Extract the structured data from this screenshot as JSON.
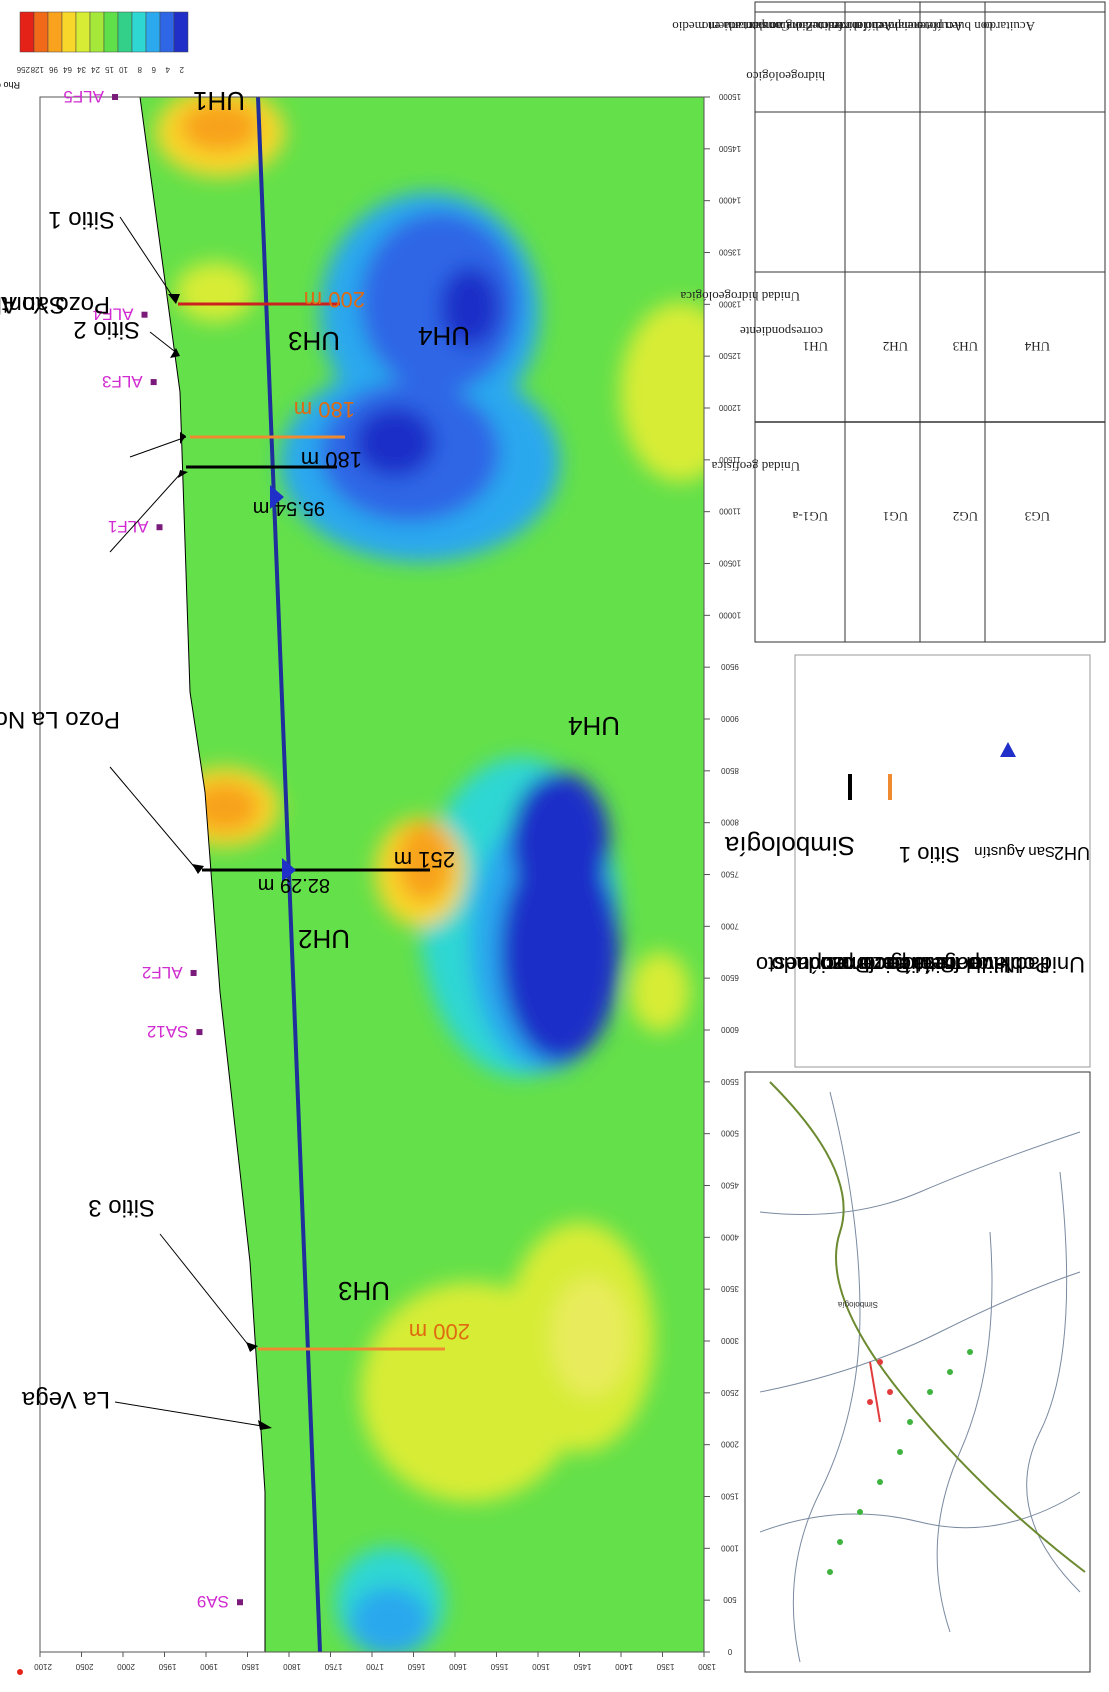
{
  "colorbar": {
    "title": "Rho Cont'd",
    "ticks": [
      "256",
      "128",
      "96",
      "64",
      "34",
      "24",
      "15",
      "10",
      "8",
      "6",
      "4",
      "2"
    ],
    "colors": [
      "#e52218",
      "#f06a1a",
      "#f8a21e",
      "#f9d72a",
      "#d7ec34",
      "#a6e83a",
      "#5fe04a",
      "#33d08a",
      "#2fd7d3",
      "#2ba8ee",
      "#2f66e6",
      "#1f2fc8"
    ]
  },
  "axes": {
    "y_ticks": [
      "2100",
      "2050",
      "2000",
      "1950",
      "1900",
      "1850",
      "1800",
      "1750",
      "1700",
      "1650",
      "1600",
      "1550",
      "1500",
      "1450",
      "1400",
      "1350",
      "1300"
    ],
    "x_ticks": [
      "0",
      "500",
      "1000",
      "1500",
      "2000",
      "2500",
      "3000",
      "3500",
      "4000",
      "4500",
      "5000",
      "5500",
      "6000",
      "6500",
      "7000",
      "7500",
      "8000",
      "8500",
      "9000",
      "9500",
      "10000",
      "10500",
      "11000",
      "11500",
      "12000",
      "12500",
      "13000",
      "13500",
      "14000",
      "14500",
      "15000"
    ]
  },
  "stations": [
    {
      "name": "SA9",
      "x": 480
    },
    {
      "name": "SA12",
      "x": 5980
    },
    {
      "name": "ALF2",
      "x": 6550
    },
    {
      "name": "ALF1",
      "x": 10850
    },
    {
      "name": "ALF3",
      "x": 12250
    },
    {
      "name": "ALF4",
      "x": 12900
    },
    {
      "name": "ALF5",
      "x": 15000
    }
  ],
  "places": [
    {
      "name": "La Vega"
    },
    {
      "name": "Sitio 3"
    },
    {
      "name": "Pozo La Nopalera"
    },
    {
      "name": "Pozo Yonthe Chico"
    },
    {
      "name": "Sitio 2"
    },
    {
      "name": "San Agustín"
    },
    {
      "name": "Sitio 1"
    }
  ],
  "units": [
    {
      "label": "UH1"
    },
    {
      "label": "UH2"
    },
    {
      "label": "UH3"
    },
    {
      "label": "UH3"
    },
    {
      "label": "UH4"
    },
    {
      "label": "UH4"
    }
  ],
  "wells": [
    {
      "type": "pozo",
      "x": 6560,
      "depth_label": "251 m",
      "water_label": "82.29 m"
    },
    {
      "type": "pozo",
      "x": 10850,
      "depth_label": "180 m",
      "water_label": "95.54 m"
    },
    {
      "type": "propuesto",
      "x": 3000,
      "depth_label": "200 m"
    },
    {
      "type": "propuesto",
      "x": 11650,
      "depth_label": "180 m"
    },
    {
      "type": "recomendado",
      "x": 12950,
      "depth_label": "200 m"
    }
  ],
  "legend": {
    "title": "Simbología",
    "items": [
      "Pozo",
      "Pozo propuesto",
      "Sitio recomendado",
      "para la perforación",
      "Nivel freático",
      "Poblado",
      "Unidad Hidrogeológica"
    ],
    "sample_site": "Sitio 1",
    "sample_town": "San Agustín",
    "sample_unit": "UH2"
  },
  "table": {
    "headers": [
      "Unidad geofísica",
      "Unidad hidrogeológica",
      "correspondiente",
      "Comportamiento",
      "hidrogeológico"
    ],
    "rows": [
      [
        "UG1-a",
        "UH1",
        "Zona no saturada en medio",
        "fracturado"
      ],
      [
        "UG1",
        "UH2",
        "Acuífero en medio granular",
        "con potencial medio"
      ],
      [
        "UG2",
        "UH3",
        "Acuífero en medio mixto",
        "con buen potencial"
      ],
      [
        "UG3",
        "UH4",
        "Acuitardo",
        ""
      ]
    ]
  },
  "inset_map": {
    "legend_title": "Simbología"
  }
}
